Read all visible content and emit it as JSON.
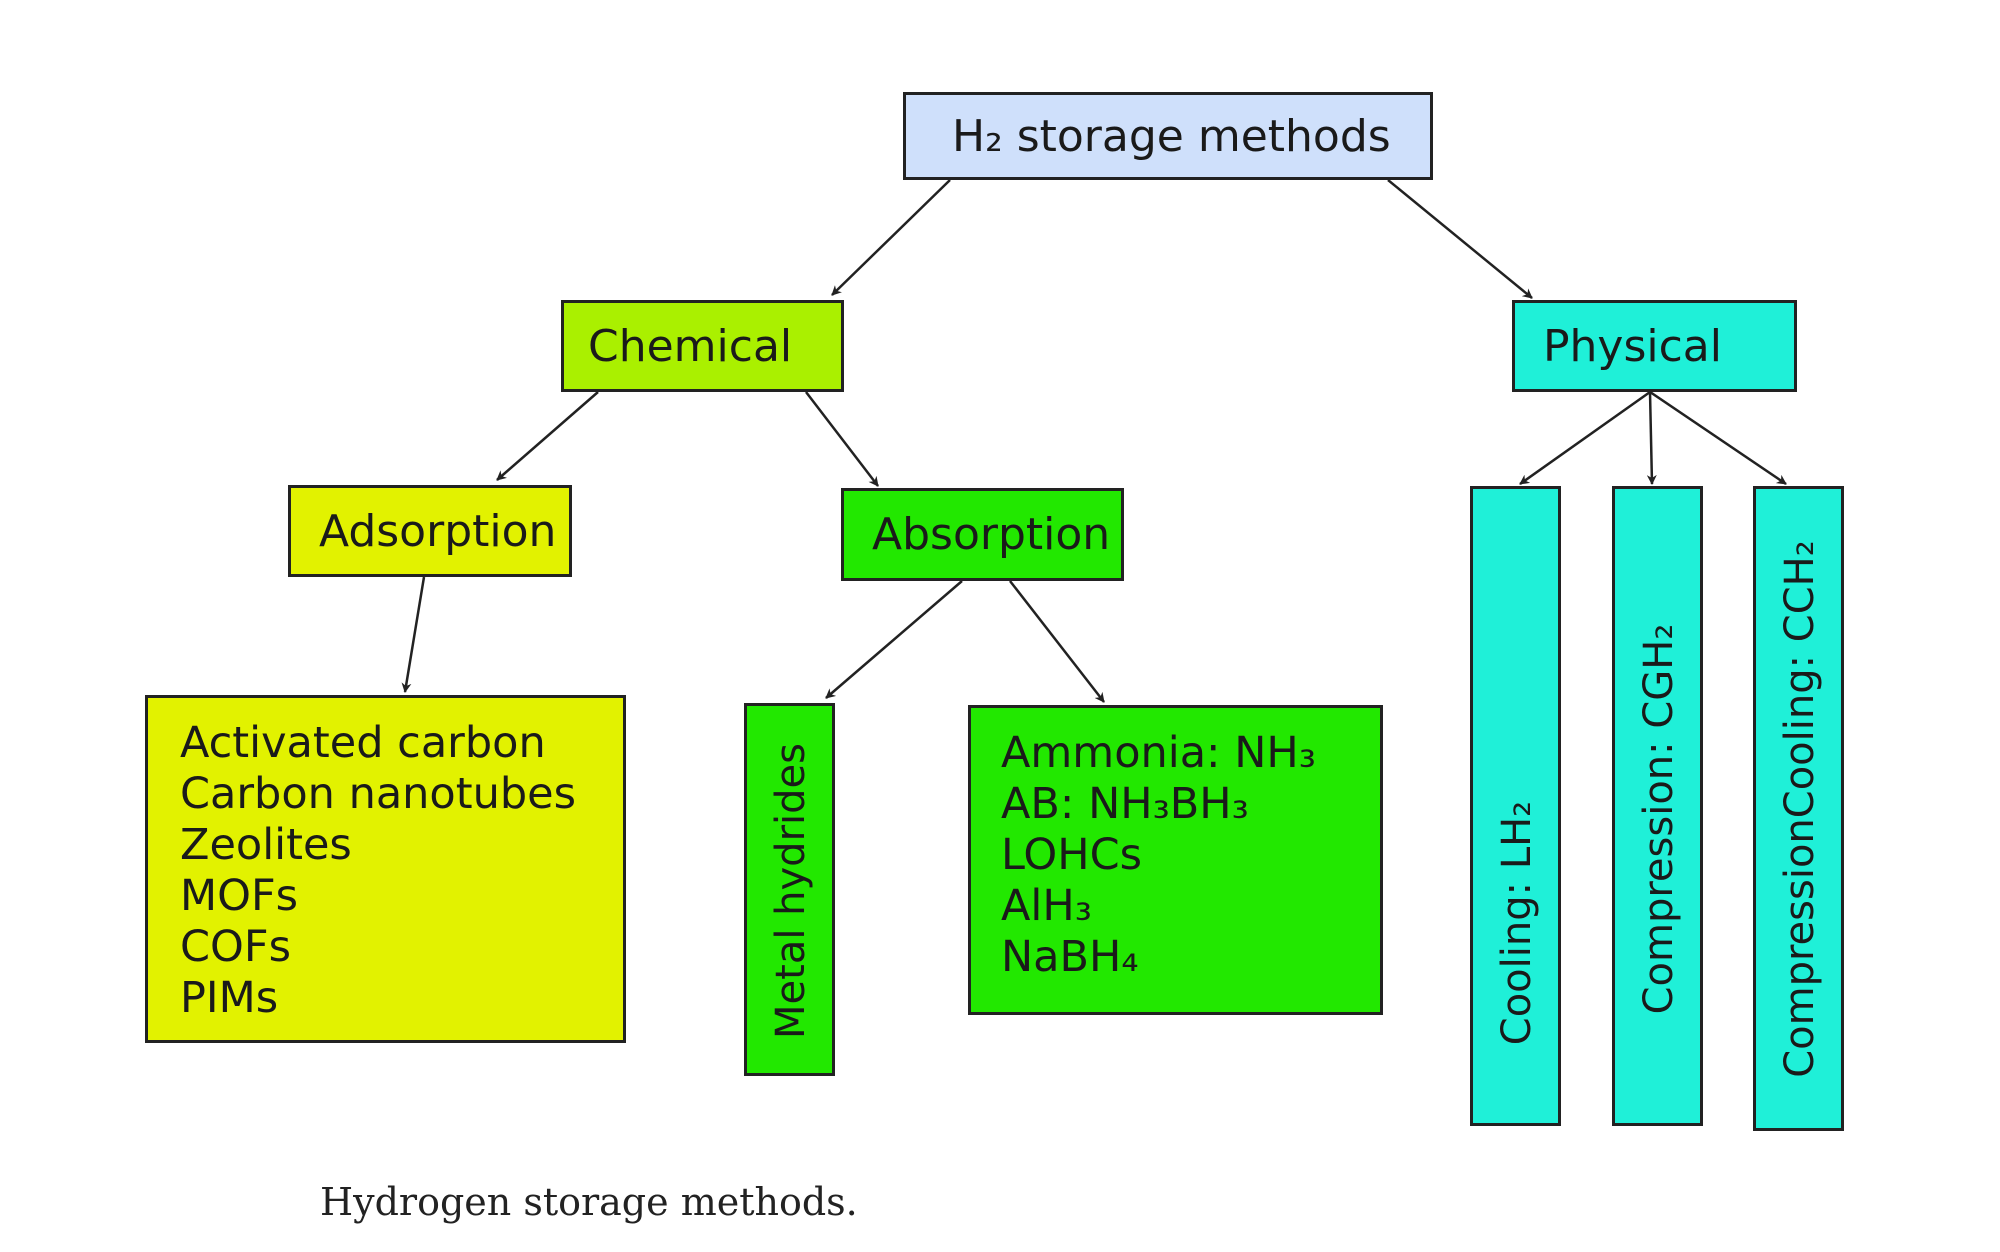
{
  "colors": {
    "root": "#cfe0fb",
    "chemical": "#aaf000",
    "adsorption": "#e2f200",
    "absorption": "#22e800",
    "physical": "#1ff0d8",
    "border": "#222222"
  },
  "root": {
    "label": "H₂ storage methods"
  },
  "chemical": {
    "label": "Chemical",
    "adsorption": {
      "label": "Adsorption",
      "items": [
        "Activated carbon",
        "Carbon nanotubes",
        "Zeolites",
        "MOFs",
        "COFs",
        "PIMs"
      ]
    },
    "absorption": {
      "label": "Absorption",
      "metal_hydrides": "Metal hydrides",
      "items": [
        "Ammonia: NH₃",
        "AB: NH₃BH₃",
        "LOHCs",
        "AlH₃",
        "NaBH₄"
      ]
    }
  },
  "physical": {
    "label": "Physical",
    "methods": [
      "Cooling: LH₂",
      "Compression: CGH₂",
      "CompressionCooling: CCH₂"
    ]
  },
  "caption": "Hydrogen storage methods."
}
